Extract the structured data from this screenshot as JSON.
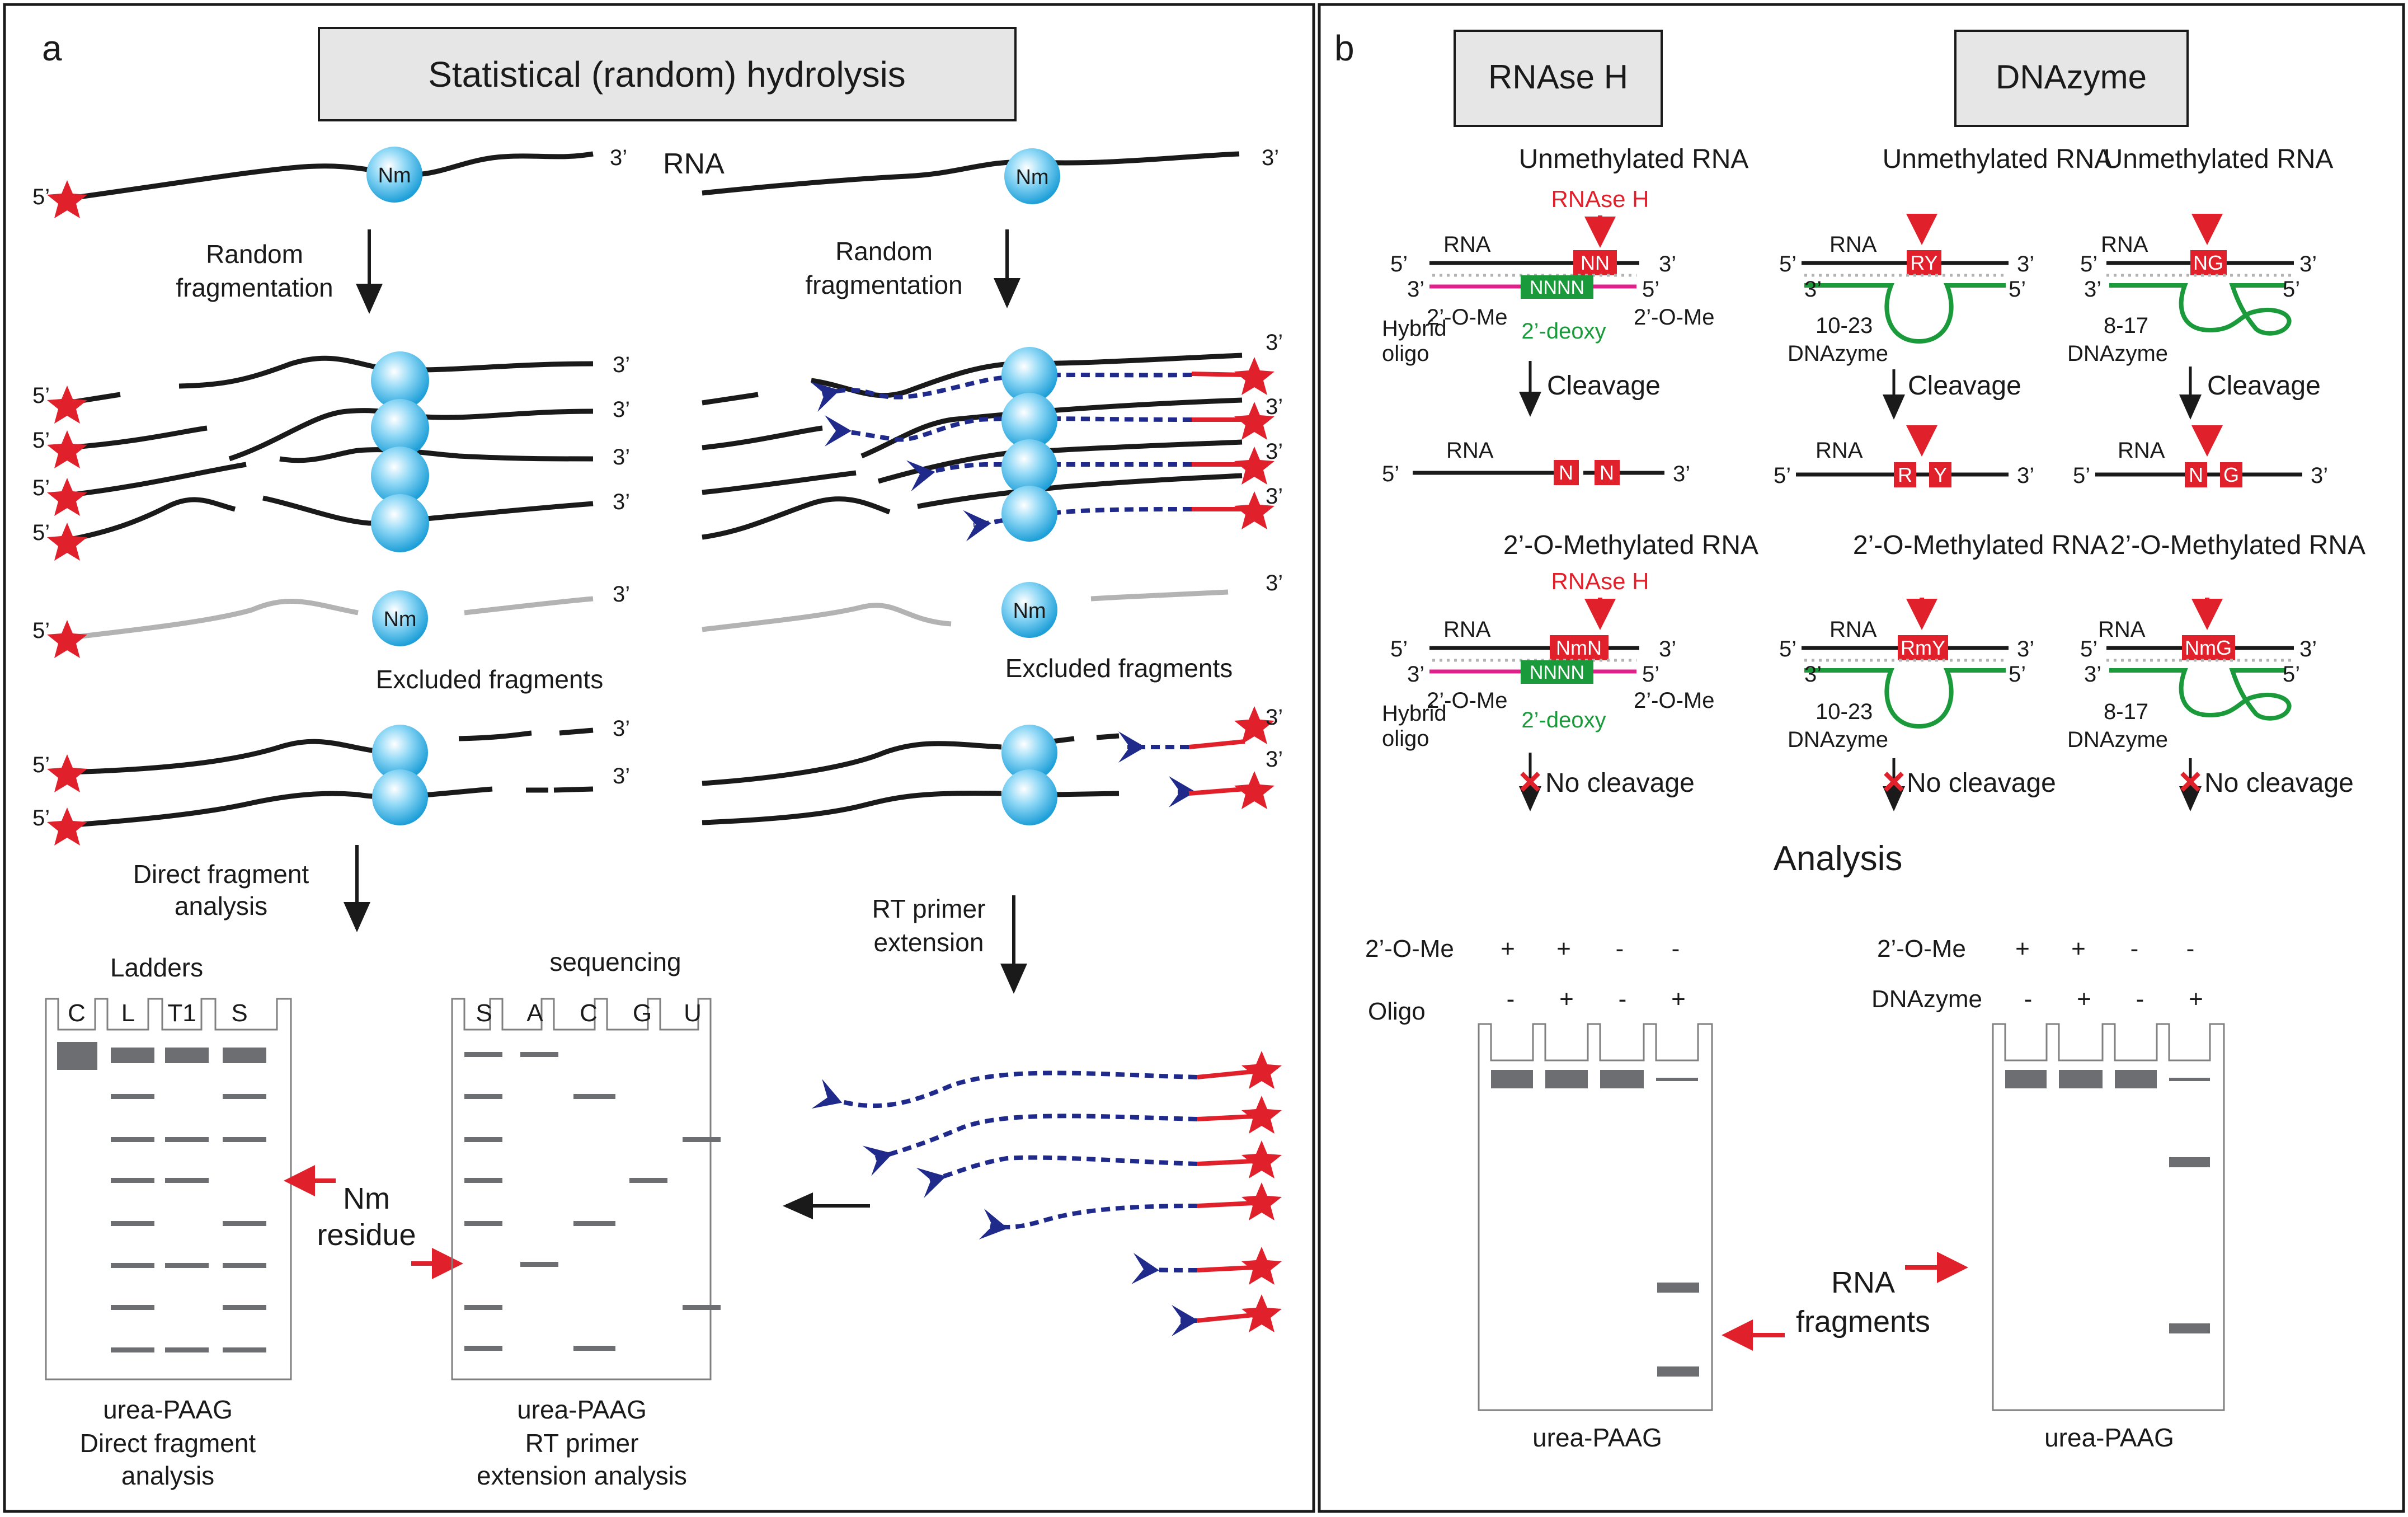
{
  "panel_a": {
    "label": "a",
    "title": "Statistical (random) hydrolysis",
    "rna": "RNA",
    "five": "5’",
    "three": "3’",
    "nm": "Nm",
    "random_fragmentation": [
      "Random",
      "fragmentation"
    ],
    "excluded_fragments": "Excluded fragments",
    "direct_fragment_analysis": [
      "Direct fragment",
      "analysis"
    ],
    "rt_primer_extension": [
      "RT primer",
      "extension"
    ],
    "ladders": "Ladders",
    "ladder_lanes": [
      "C",
      "L",
      "T1",
      "S"
    ],
    "sequencing": "sequencing",
    "seq_lanes": [
      "S",
      "A",
      "C",
      "G",
      "U"
    ],
    "nm_residue": [
      "Nm",
      "residue"
    ],
    "gel1_caption": [
      "urea-PAAG",
      "Direct fragment",
      "analysis"
    ],
    "gel2_caption": [
      "urea-PAAG",
      "RT primer",
      "extension analysis"
    ]
  },
  "panel_b": {
    "label": "b",
    "rnase_h_title": "RNAse H",
    "dnazyme_title": "DNAzyme",
    "unmethylated_rna": "Unmethylated RNA",
    "methylated_rna": "2’-O-Methylated RNA",
    "rnase_h_small": "RNAse H",
    "rna": "RNA",
    "five": "5’",
    "three": "3’",
    "nn": "NN",
    "nmn": "NmN",
    "nnnn": "NNNN",
    "ry": "RY",
    "rmy": "RmY",
    "ng": "NG",
    "nmg": "NmG",
    "n": "N",
    "r": "R",
    "y": "Y",
    "g": "G",
    "ome": "2’-O-Me",
    "deoxy": "2’-deoxy",
    "hybrid_oligo": [
      "Hybrid",
      "oligo"
    ],
    "dz1023": [
      "10-23",
      "DNAzyme"
    ],
    "dz817": [
      "8-17",
      "DNAzyme"
    ],
    "cleavage": "Cleavage",
    "no_cleavage": "No cleavage",
    "analysis": "Analysis",
    "ome_row_label": "2’-O-Me",
    "oligo_row_label": "Oligo",
    "dnazyme_row_label": "DNAzyme",
    "ome_signs": [
      "+",
      "+",
      "-",
      "-"
    ],
    "reagent_signs": [
      "-",
      "+",
      "-",
      "+"
    ],
    "rna_fragments": [
      "RNA",
      "fragments"
    ],
    "gel_caption": "urea-PAAG"
  },
  "colors": {
    "red_accent": "#e0202a",
    "nm_sphere": "#29a9e0",
    "primer_blue": "#1f2a8a",
    "dnazyme_green": "#1a9a3a",
    "oligo_magenta": "#e0208a",
    "title_box": "#e6e6e6",
    "gel_band": "#6d6e71"
  }
}
